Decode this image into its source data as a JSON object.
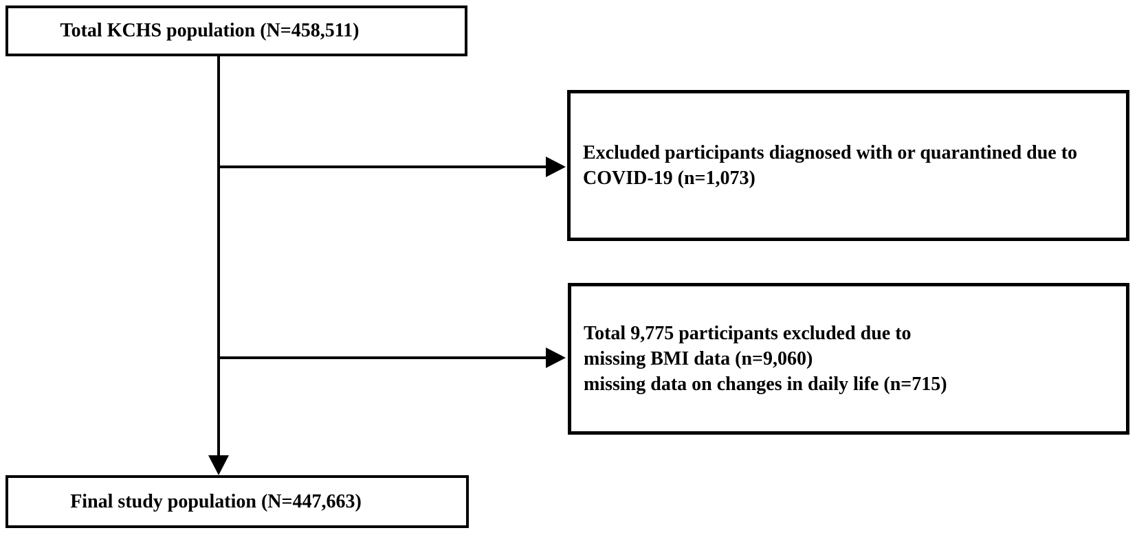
{
  "flow": {
    "total_population": {
      "label": "Total KCHS population (N=458,511)"
    },
    "excluded_covid": {
      "lines": [
        "Excluded participants diagnosed with or quarantined due to",
        "COVID-19 (n=1,073)"
      ]
    },
    "excluded_missing": {
      "lines": [
        "Total 9,775 participants excluded due to",
        "missing BMI data (n=9,060)",
        "missing data on changes in daily life (n=715)"
      ]
    },
    "final_population": {
      "label": "Final study population (N=447,663)"
    }
  },
  "colors": {
    "background": "#ffffff",
    "line": "#000000",
    "text": "#000000"
  }
}
